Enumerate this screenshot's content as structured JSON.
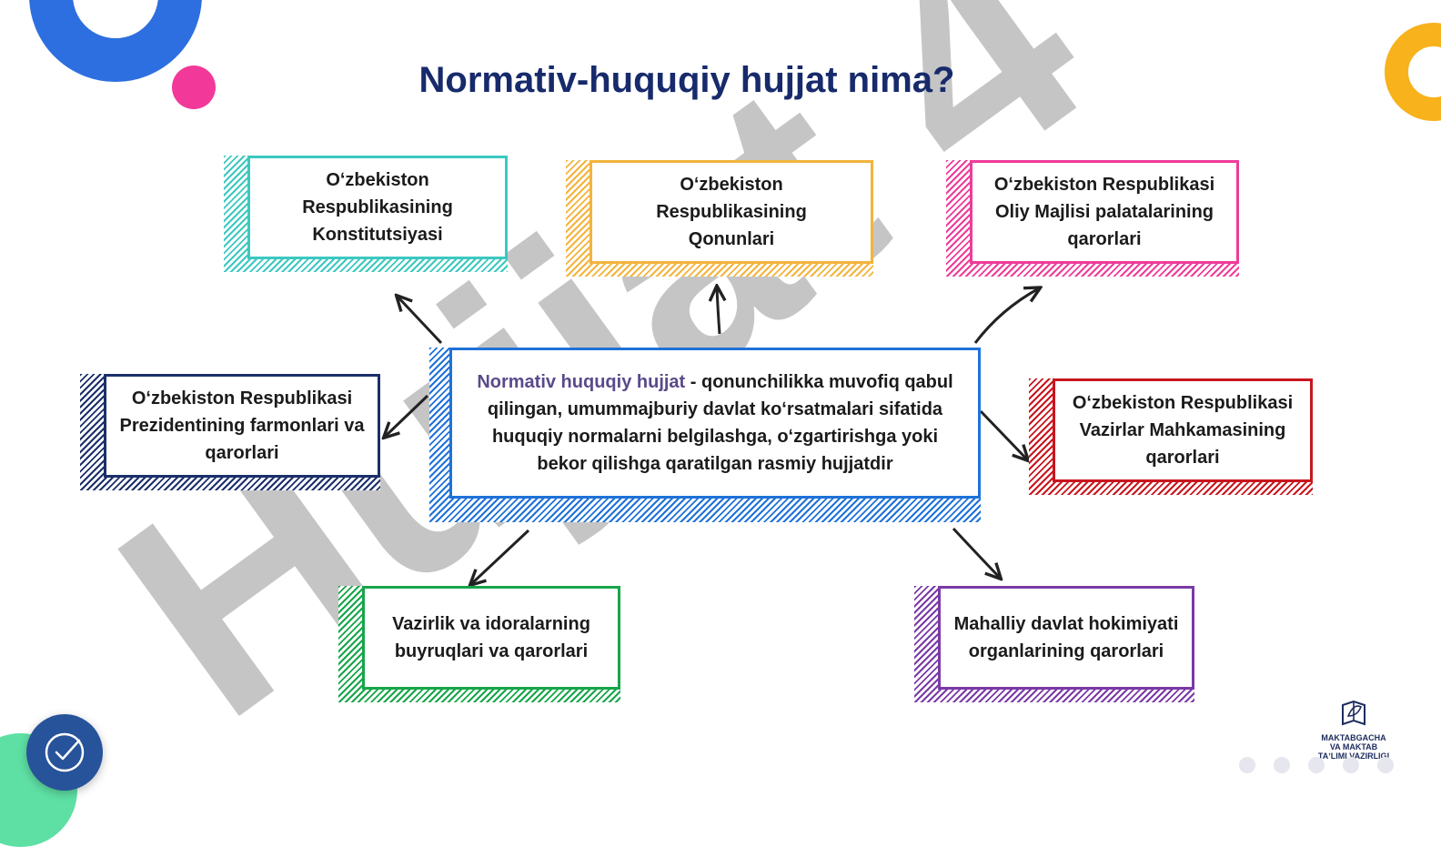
{
  "slide": {
    "title": "Normativ-huquqiy hujjat nima?",
    "watermark": "Hujjat 4"
  },
  "center": {
    "highlight": "Normativ huquqiy hujjat",
    "definition": " - qonunchilikka muvofiq qabul qilingan, umummajburiy davlat koʻrsatmalari sifatida huquqiy normalarni belgilashga, oʻzgartirishga yoki bekor qilishga qaratilgan rasmiy hujjatdir",
    "color": "#1f72d8"
  },
  "boxes": [
    {
      "id": "konstitutsiya",
      "text": "Oʻzbekiston Respublikasining Konstitutsiyasi",
      "color": "#3cc8c0"
    },
    {
      "id": "qonunlar",
      "text": "Oʻzbekiston Respublikasining Qonunlari",
      "color": "#f3b43c"
    },
    {
      "id": "oliy-majlis",
      "text": "Oʻzbekiston Respublikasi Oliy Majlisi palatalarining qarorlari",
      "color": "#ee3c9a"
    },
    {
      "id": "prezident",
      "text": "Oʻzbekiston Respublikasi Prezidentining farmonlari va qarorlari",
      "color": "#1b2f6a"
    },
    {
      "id": "vazirlar",
      "text": "Oʻzbekiston Respublikasi Vazirlar Mahkamasining qarorlari",
      "color": "#c8161e"
    },
    {
      "id": "vazirlik",
      "text": "Vazirlik va idoralarning buyruqlari va qarorlari",
      "color": "#17a54a"
    },
    {
      "id": "mahalliy",
      "text": "Mahalliy davlat hokimiyati organlarining qarorlari",
      "color": "#7a3aa6"
    }
  ],
  "logo": {
    "text_line1": "MAKTABGACHA",
    "text_line2": "VA MAKTAB",
    "text_line3": "TAʼLIMI VAZIRLIGI",
    "icon": "book-leaf-icon"
  },
  "pagination": {
    "count": 5
  },
  "colors": {
    "title": "#172a6b",
    "accent_blue": "#2d6fe0",
    "accent_pink": "#f2399a",
    "accent_yellow": "#f7b21c",
    "accent_mint": "#5ee0a4"
  }
}
